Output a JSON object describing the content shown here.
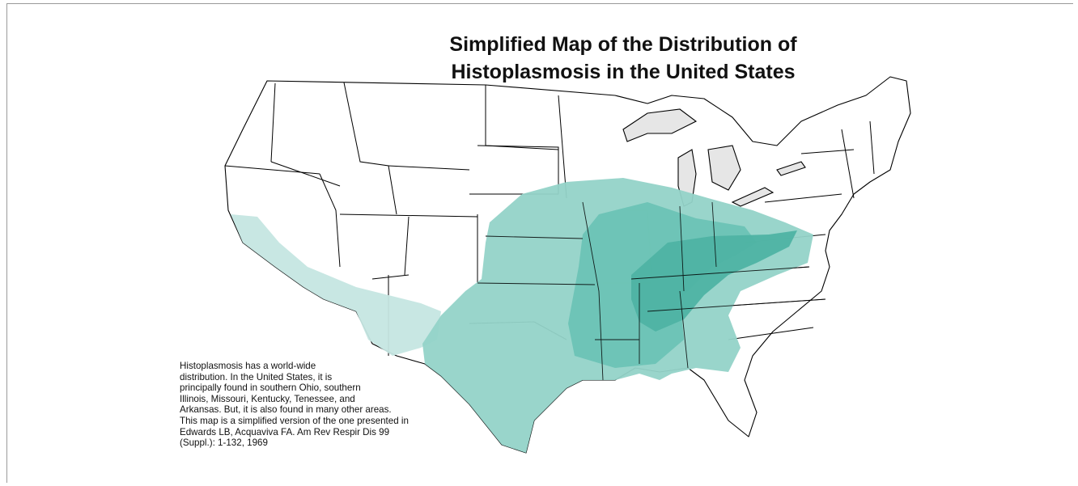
{
  "map": {
    "title_line1": "Simplified Map of the Distribution of",
    "title_line2": "Histoplasmosis in the United States",
    "caption_lines": [
      "Histoplasmosis has a world-wide",
      "distribution. In the United States, it is",
      "principally found in southern Ohio, southern",
      "Illinois, Missouri, Kentucky, Tenessee, and",
      "Arkansas. But, it is also found in many other areas.",
      "This map is a simplified version of the one presented in",
      "Edwards LB, Acquaviva FA. Am Rev Respir Dis 99",
      "(Suppl.): 1-132, 1969"
    ]
  },
  "colors": {
    "background": "#ffffff",
    "state_fill": "#ffffff",
    "state_border": "#000000",
    "great_lakes": "#e6e6e6",
    "zone_light": "#c5e6e2",
    "zone_medium": "#93d3c8",
    "zone_dark": "#6cc3b5",
    "zone_darkest": "#4eb3a3"
  },
  "zones": [
    {
      "level": "light",
      "color_key": "zone_light"
    },
    {
      "level": "medium",
      "color_key": "zone_medium"
    },
    {
      "level": "dark",
      "color_key": "zone_dark"
    },
    {
      "level": "darkest",
      "color_key": "zone_darkest"
    }
  ]
}
